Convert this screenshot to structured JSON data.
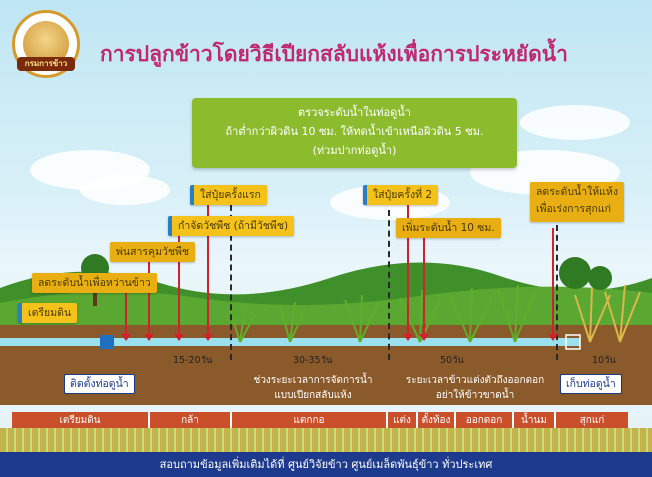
{
  "header": {
    "title": "การปลูกข้าวโดยวิธีเปียกสลับแห้งเพื่อการประหยัดน้ำ",
    "logo_text": "กรมการข้าว"
  },
  "info_box": {
    "line1": "ตรวจระดับน้ำในท่อดูน้ำ",
    "line2": "ถ้าต่ำกว่าผิวดิน 10 ซม. ให้ทดน้ำเข้าเหนือผิวดิน 5 ซม.",
    "line3": "(ท่วมปากท่อดูน้ำ)"
  },
  "tags": {
    "fertilizer1": "ใส่ปุ๋ยครั้งแรก",
    "weed": "กำจัดวัชพืช (ถ้ามีวัชพืช)",
    "fertilizer2": "ใส่ปุ๋ยครั้งที่ 2",
    "raise_water": "เพิ่มระดับน้ำ 10 ซม.",
    "drain": "ลดระดับน้ำให้แห้ง",
    "drain2": "เพื่อเร่งการสุกแก่",
    "herbicide": "พ่นสารคุมวัชพืช",
    "lower_water": "ลดระดับน้ำเพื่อหว่านข้าว",
    "prepare": "เตรียมดิน"
  },
  "periods": {
    "p1": "15-20วัน",
    "p2": "30-35วัน",
    "p3": "50วัน",
    "p4": "10วัน"
  },
  "labels": {
    "install_pipe": "ติดตั้งท่อดูน้ำ",
    "remove_pipe": "เก็บท่อดูน้ำ",
    "awd_period_1": "ช่วงระยะเวลาการจัดการน้ำ",
    "awd_period_2": "แบบเปียกสลับแห้ง",
    "flowering_1": "ระยะเวลาข้าวแต่งตัวถึงออกดอก",
    "flowering_2": "อย่าให้ข้าวขาดน้ำ"
  },
  "stages": [
    {
      "label": "เตรียมดิน"
    },
    {
      "label": "กล้า"
    },
    {
      "label": "แตกกอ"
    },
    {
      "label": "แต่งตัว"
    },
    {
      "label": "ตั้งท้อง"
    },
    {
      "label": "ออกดอก"
    },
    {
      "label": "น้ำนม"
    },
    {
      "label": "สุกแก่"
    }
  ],
  "footer": {
    "text": "สอบถามข้อมูลเพิ่มเติมได้ที่ ศูนย์วิจัยข้าว ศูนย์เมล็ดพันธุ์ข้าว ทั่วประเทศ"
  },
  "colors": {
    "title": "#c0286f",
    "info_box": "#8dbb2e",
    "tag": "#f4c21a",
    "stage_bar": "#c9502a",
    "footer": "#1e3a8c",
    "arrow": "#d4202a"
  }
}
